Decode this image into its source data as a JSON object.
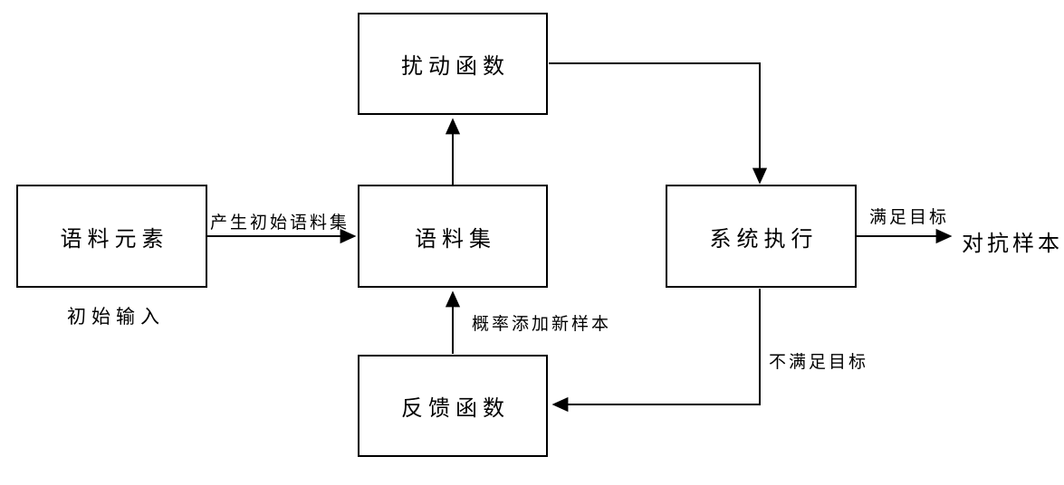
{
  "diagram": {
    "background_color": "#ffffff",
    "stroke_color": "#000000",
    "nodes": [
      {
        "id": "perturbation-function",
        "label": "扰动函数"
      },
      {
        "id": "corpus-element",
        "label": "语料元素"
      },
      {
        "id": "corpus-set",
        "label": "语料集"
      },
      {
        "id": "system-execution",
        "label": "系统执行"
      },
      {
        "id": "feedback-function",
        "label": "反馈函数"
      }
    ],
    "edge_labels": {
      "generate_initial_corpus": "产生初始语料集",
      "probability_add_new_sample": "概率添加新样本",
      "satisfy_target": "满足目标",
      "not_satisfy_target": "不满足目标"
    },
    "annotations": {
      "initial_input": "初始输入",
      "adversarial_sample": "对抗样本"
    }
  }
}
